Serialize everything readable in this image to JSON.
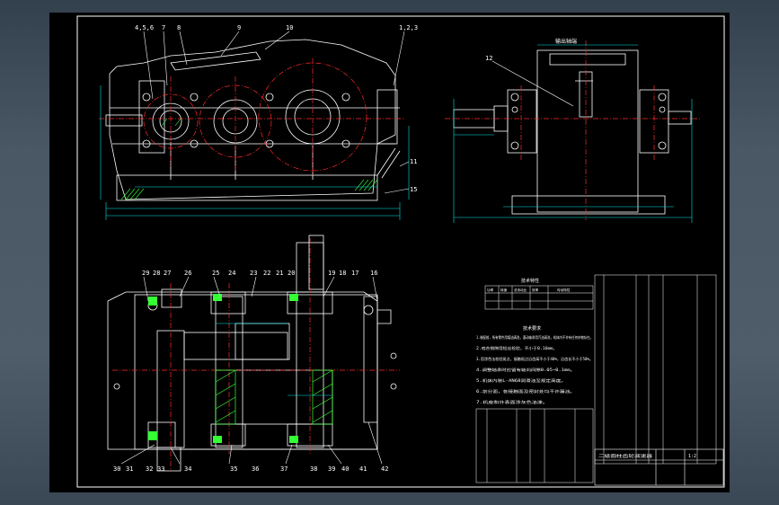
{
  "top_view": {
    "title": "输出轴端",
    "callouts": [
      "4,5,6",
      "7",
      "8",
      "9",
      "10",
      "1,2,3",
      "11",
      "12",
      "15"
    ]
  },
  "plan_view": {
    "callouts_top": [
      "29",
      "28",
      "27",
      "26",
      "25",
      "24",
      "23",
      "22",
      "21",
      "20",
      "19",
      "18",
      "17",
      "16"
    ],
    "callouts_bottom": [
      "30",
      "31",
      "32",
      "33",
      "34",
      "35",
      "36",
      "37",
      "38",
      "39",
      "40",
      "41",
      "42"
    ]
  },
  "tech_block": {
    "title": "技术特性",
    "headers": [
      "功率",
      "转速",
      "总传动比",
      "效率",
      "传动特性"
    ],
    "requirements_title": "技术要求",
    "requirements": [
      "1.装配前，所有零件用煤油清洗，滚动轴承用汽油清洗，机体内不许有任何杂物存在。",
      "2.啮合侧隙用铅丝检验，不小于0.16mm。",
      "3.用涂色法检验斑点，接触斑点沿齿高不小于40%，沿齿长不小于50%。",
      "4.调整轴承时应留有轴向间隙0.05~0.1mm。",
      "5.机体内装L-AN68润滑油至规定高度。",
      "6.剖分面，各接触面及密封处均不许漏油。",
      "7.机座和外表面涂灰色油漆。"
    ]
  },
  "title_block": {
    "name": "二级圆柱齿轮减速器",
    "scale": "1:2"
  },
  "colors": {
    "frame": "#ffffff",
    "outline": "#ffffff",
    "center": "#ff2b2b",
    "dim": "#00e5e5",
    "hatch": "#33ff33",
    "label": "#ffffff"
  }
}
